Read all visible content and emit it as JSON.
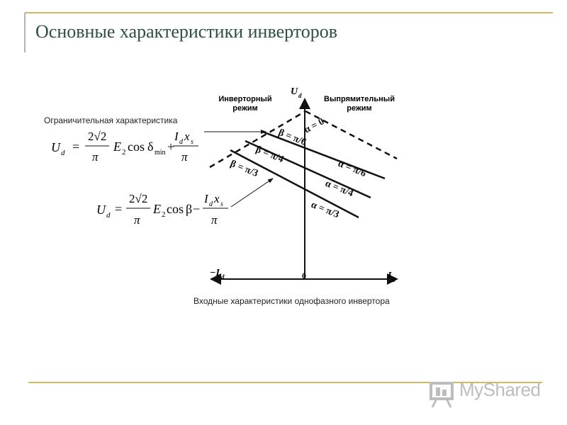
{
  "title": "Основные характеристики инверторов",
  "limit_label": "Ограничительная  характеристика",
  "caption": "Входные характеристики однофазного инвертора",
  "diagram": {
    "region_left": [
      "Инверторный",
      "режим"
    ],
    "region_right": [
      "Выпрямительный",
      "режим"
    ],
    "axis_y": "U",
    "axis_y_sub": "d",
    "axis_x_pos": "I",
    "axis_x_pos_sub": "d",
    "axis_x_neg": "−I",
    "axis_x_neg_sub": "d",
    "origin": "0",
    "alpha_0": "α = 0",
    "alpha_pi6": "α = π/6",
    "alpha_pi4": "α = π/4",
    "alpha_pi3": "α = π/3",
    "beta_pi6": "β = π/6",
    "beta_pi4": "β = π/4",
    "beta_pi3": "β = π/3"
  },
  "formula1": {
    "lhs": "U",
    "lhs_sub": "d",
    "eq": "=",
    "num1": "2√2",
    "den1": "π",
    "e": "E",
    "e_sub": "2",
    "cos": "cos",
    "delta": "δ",
    "delta_sub": "min",
    "plus": "+",
    "num2a": "I",
    "num2a_sub": "d",
    "num2b": "x",
    "num2b_sub": "s",
    "den2": "π"
  },
  "formula2": {
    "lhs": "U",
    "lhs_sub": "d",
    "eq": "=",
    "num1": "2√2",
    "den1": "π",
    "e": "E",
    "e_sub": "2",
    "cos": "cos",
    "beta": "β",
    "minus": "−",
    "num2a": "I",
    "num2a_sub": "d",
    "num2b": "x",
    "num2b_sub": "s",
    "den2": "π"
  },
  "logo": "MyShared",
  "colors": {
    "title": "#2b4f44",
    "rule_gold": "#c9a227",
    "rule_gray": "#9a9a9a",
    "logo": "#bdbdbd"
  }
}
